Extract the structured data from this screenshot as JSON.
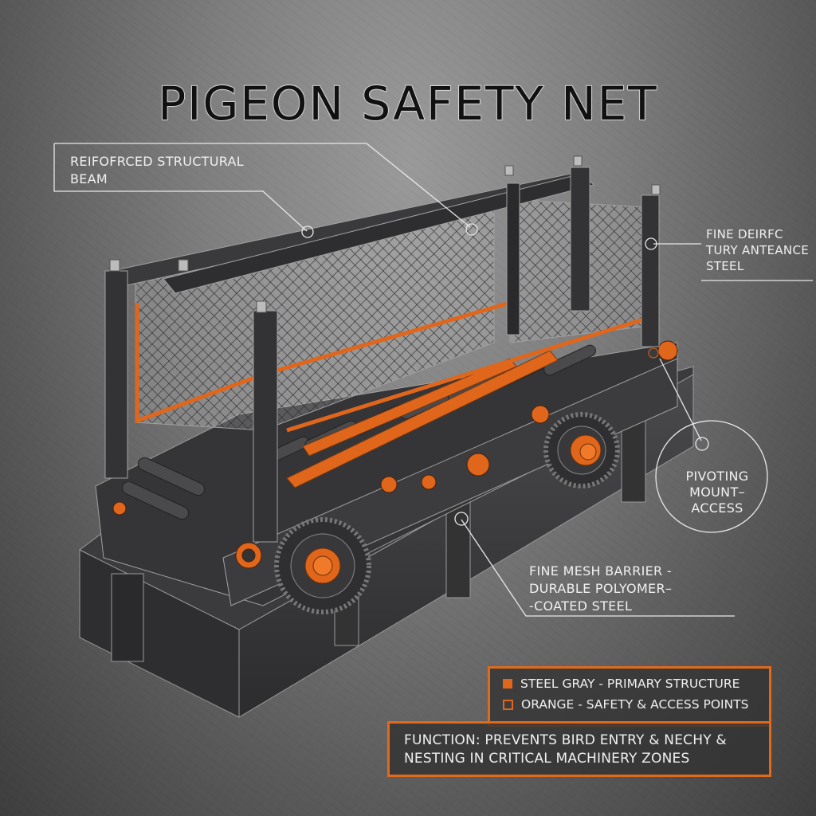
{
  "title": "PIGEON SAFETY NET",
  "callouts": {
    "beam": {
      "line1": "REIFOFRCED STRUCTURAL",
      "line2": "BEAM"
    },
    "steel": {
      "line1": "FINE DEIRFC",
      "line2": "TURY ANTEANCE",
      "line3": "STEEL"
    },
    "pivot": {
      "line1": "PIVOTING",
      "line2": "MOUNT–",
      "line3": "ACCESS"
    },
    "mesh": {
      "line1": "FINE MESH BARRIER -",
      "line2": "DURABLE POLYOMER–",
      "line3": "-COATED STEEL"
    }
  },
  "legend": {
    "items": [
      {
        "swatch": "filled-square",
        "label": "STEEL GRAY - PRIMARY STRUCTURE"
      },
      {
        "swatch": "hollow-square",
        "label": "ORANGE - SAFETY & ACCESS POINTS"
      }
    ]
  },
  "function_box": {
    "line1": "FUNCTION: PREVENTS BIRD ENTRY & NECHY &",
    "line2": "NESTING IN CRITICAL MACHINERY ZONES"
  },
  "colors": {
    "steel": "#3a3a3c",
    "accent_orange": "#e0661c",
    "background": "#7a7a7a",
    "text_light": "#f0f0f0"
  }
}
